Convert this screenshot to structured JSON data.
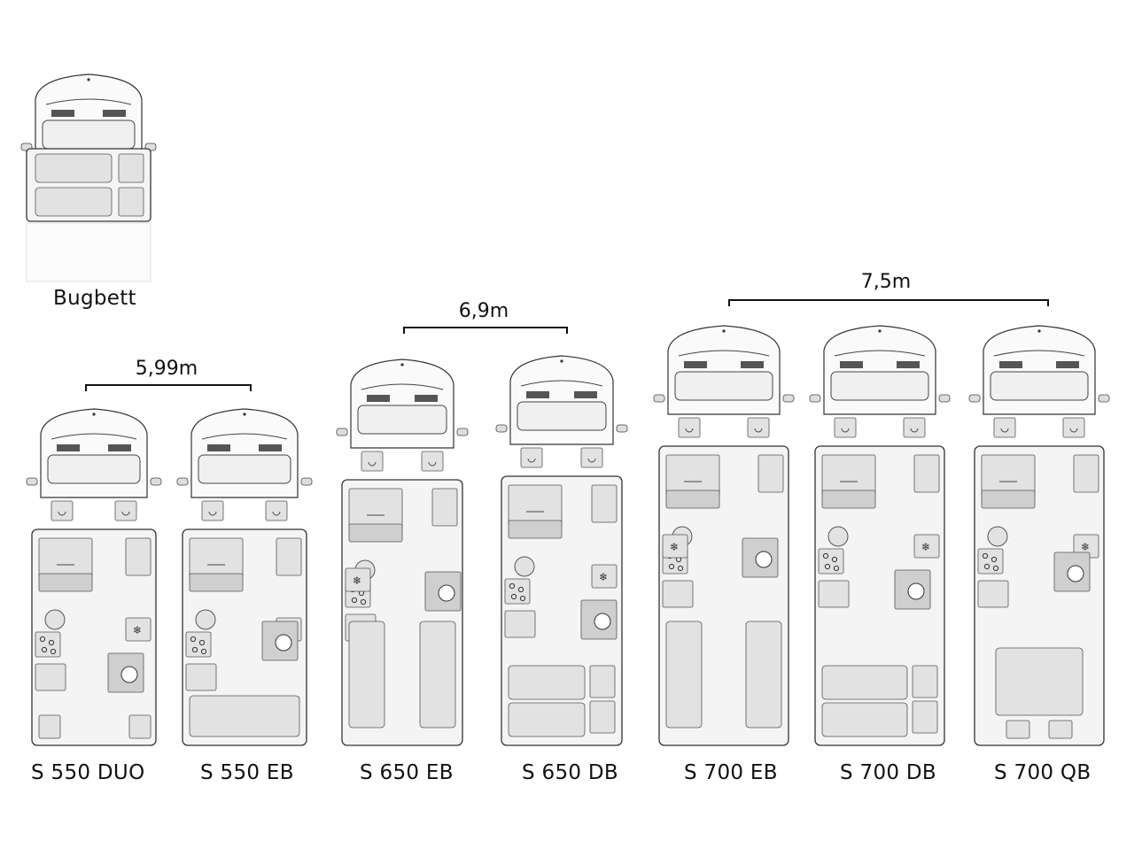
{
  "top_label": "Bugbett",
  "dimensions": [
    {
      "label": "5,99m"
    },
    {
      "label": "6,9m"
    },
    {
      "label": "7,5m"
    }
  ],
  "models": [
    {
      "name": "S 550 DUO"
    },
    {
      "name": "S 550 EB"
    },
    {
      "name": "S 650 EB"
    },
    {
      "name": "S 650 DB"
    },
    {
      "name": "S 700 EB"
    },
    {
      "name": "S 700 DB"
    },
    {
      "name": "S 700 QB"
    }
  ],
  "colors": {
    "fill": "#e2e2e2",
    "fill_dark": "#cfcfcf",
    "line": "#555555",
    "body": "#f4f4f4"
  }
}
